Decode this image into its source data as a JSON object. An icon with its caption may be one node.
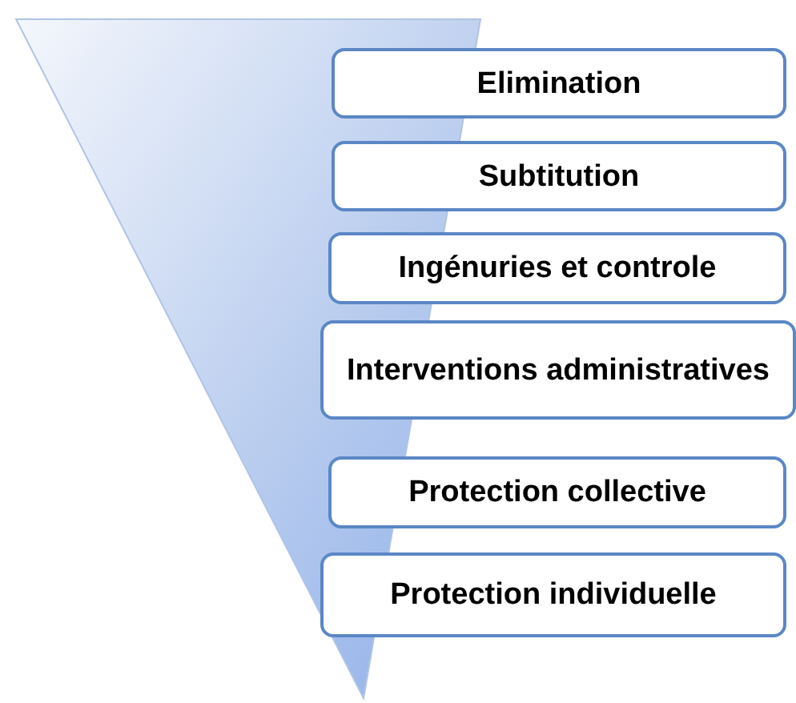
{
  "diagram": {
    "nodes": [
      {
        "text": [
          "Elimination"
        ]
      },
      {
        "text": [
          "Subtitution"
        ]
      },
      {
        "text": [
          "Ingénuries et controle"
        ]
      },
      {
        "text": [
          "Interventions administratives"
        ]
      },
      {
        "text": [
          "Protection collective"
        ]
      },
      {
        "text": [
          "Protection individuelle"
        ]
      }
    ],
    "edges": []
  }
}
